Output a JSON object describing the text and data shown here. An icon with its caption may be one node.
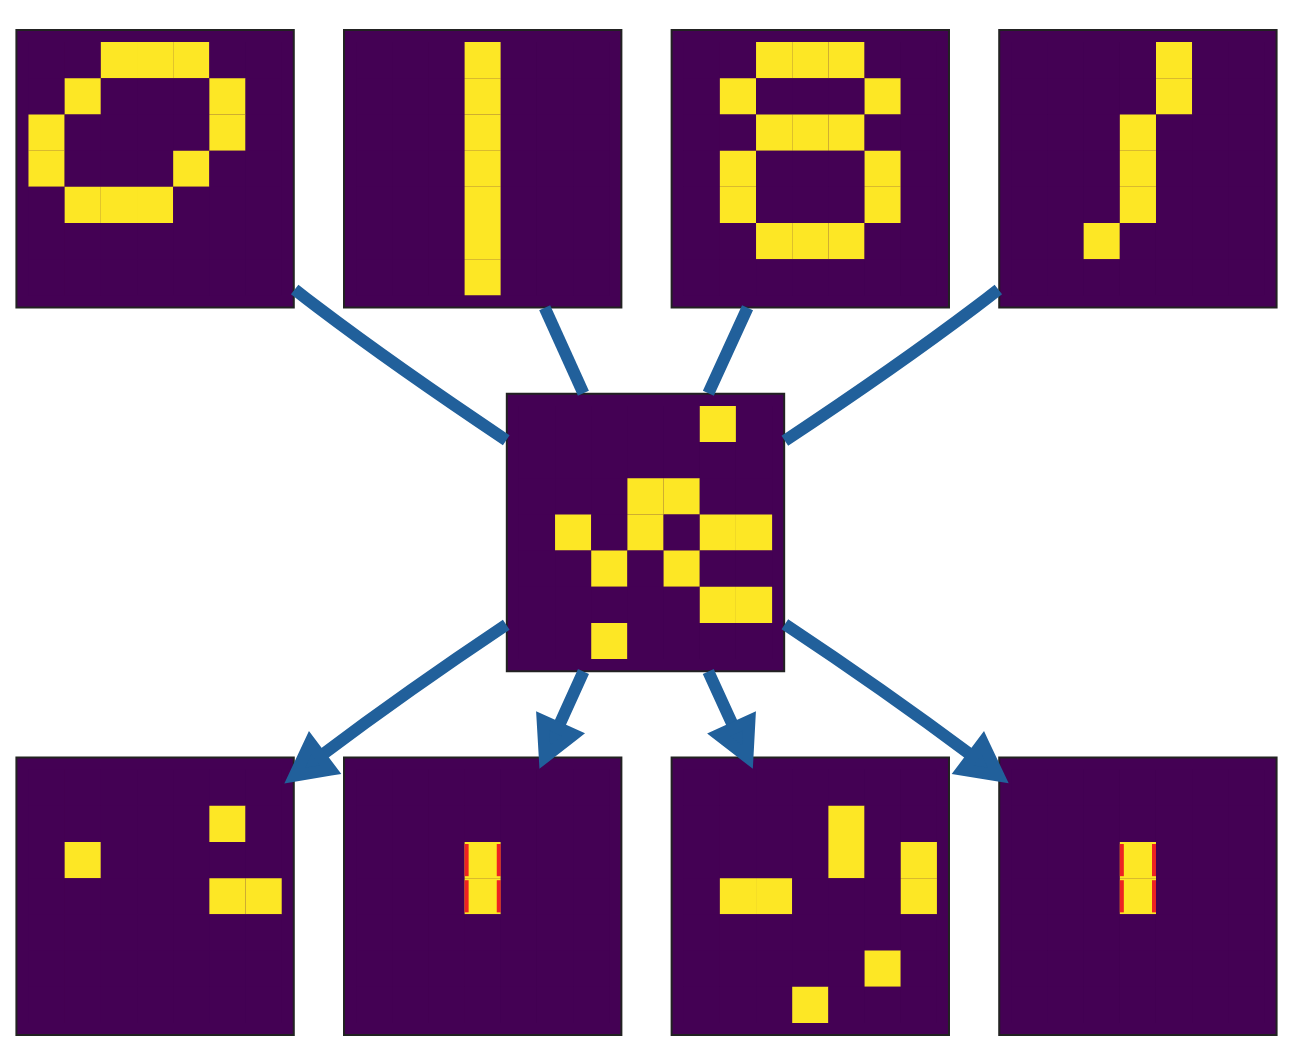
{
  "diagram": {
    "nodes": [
      {
        "text": [],
        "shape": "picture"
      },
      {
        "text": [],
        "shape": "picture"
      },
      {
        "text": [],
        "shape": "picture"
      },
      {
        "text": [],
        "shape": "picture"
      },
      {
        "text": [],
        "shape": "picture"
      },
      {
        "text": [],
        "shape": "picture"
      },
      {
        "text": [],
        "shape": "picture"
      },
      {
        "text": [],
        "shape": "picture"
      },
      {
        "text": [],
        "shape": "picture"
      }
    ],
    "edges": [
      {
        "from": 0,
        "to": 4,
        "arrow": "none"
      },
      {
        "from": 1,
        "to": 4,
        "arrow": "none"
      },
      {
        "from": 2,
        "to": 4,
        "arrow": "none"
      },
      {
        "from": 3,
        "to": 4,
        "arrow": "none"
      },
      {
        "from": 4,
        "to": 5,
        "arrow": "to"
      },
      {
        "from": 4,
        "to": 6,
        "arrow": "to"
      },
      {
        "from": 4,
        "to": 7,
        "arrow": "to"
      },
      {
        "from": 4,
        "to": 8,
        "arrow": "to"
      }
    ]
  }
}
